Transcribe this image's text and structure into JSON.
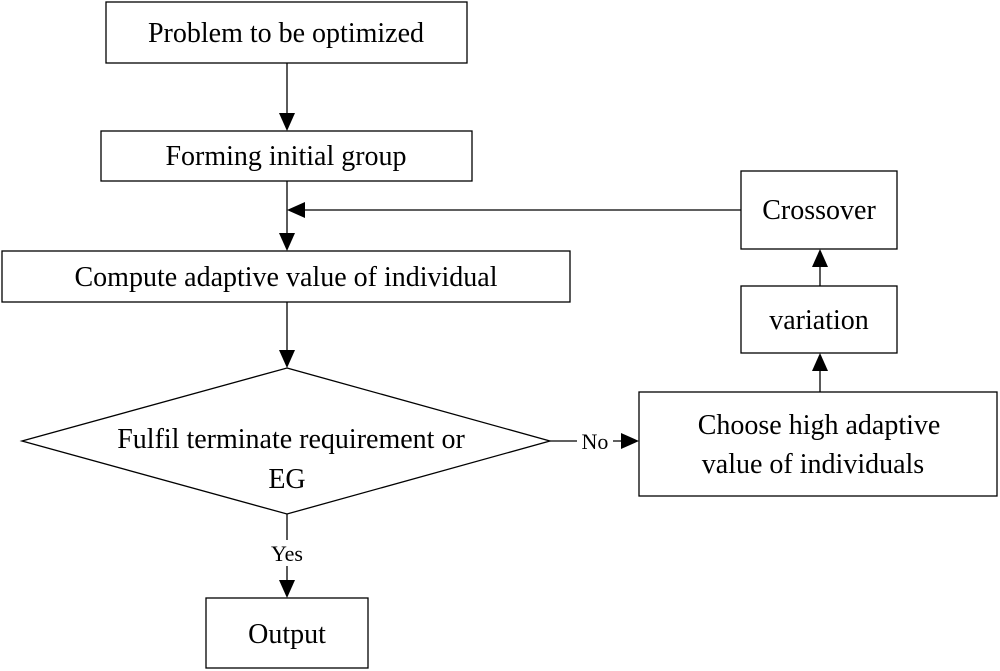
{
  "nodes": {
    "problem": "Problem to be optimized",
    "forming": "Forming initial group",
    "compute": "Compute adaptive value of individual",
    "decision_line1": "Fulfil terminate requirement or",
    "decision_line2": "EG",
    "output": "Output",
    "choose_line1": "Choose high adaptive",
    "choose_line2": "value of individuals",
    "variation": "variation",
    "crossover": "Crossover"
  },
  "edges": {
    "no": "No",
    "yes": "Yes"
  }
}
